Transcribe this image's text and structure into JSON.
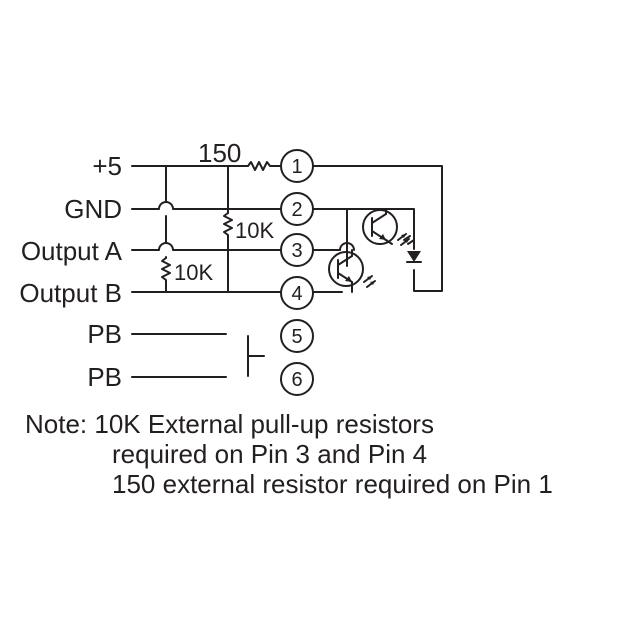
{
  "inputs": {
    "vcc": "+5",
    "gnd": "GND",
    "out_a": "Output A",
    "out_b": "Output B",
    "pb1": "PB",
    "pb2": "PB"
  },
  "resistors": {
    "r150": "150",
    "r10k_a": "10K",
    "r10k_b": "10K"
  },
  "pins": [
    "1",
    "2",
    "3",
    "4",
    "5",
    "6"
  ],
  "note": {
    "line1": "Note: 10K External pull-up resistors",
    "line2": "required on Pin 3 and Pin 4",
    "line3": "150 external resistor required on Pin 1"
  },
  "colors": {
    "ink": "#231f20",
    "background": "#ffffff"
  }
}
